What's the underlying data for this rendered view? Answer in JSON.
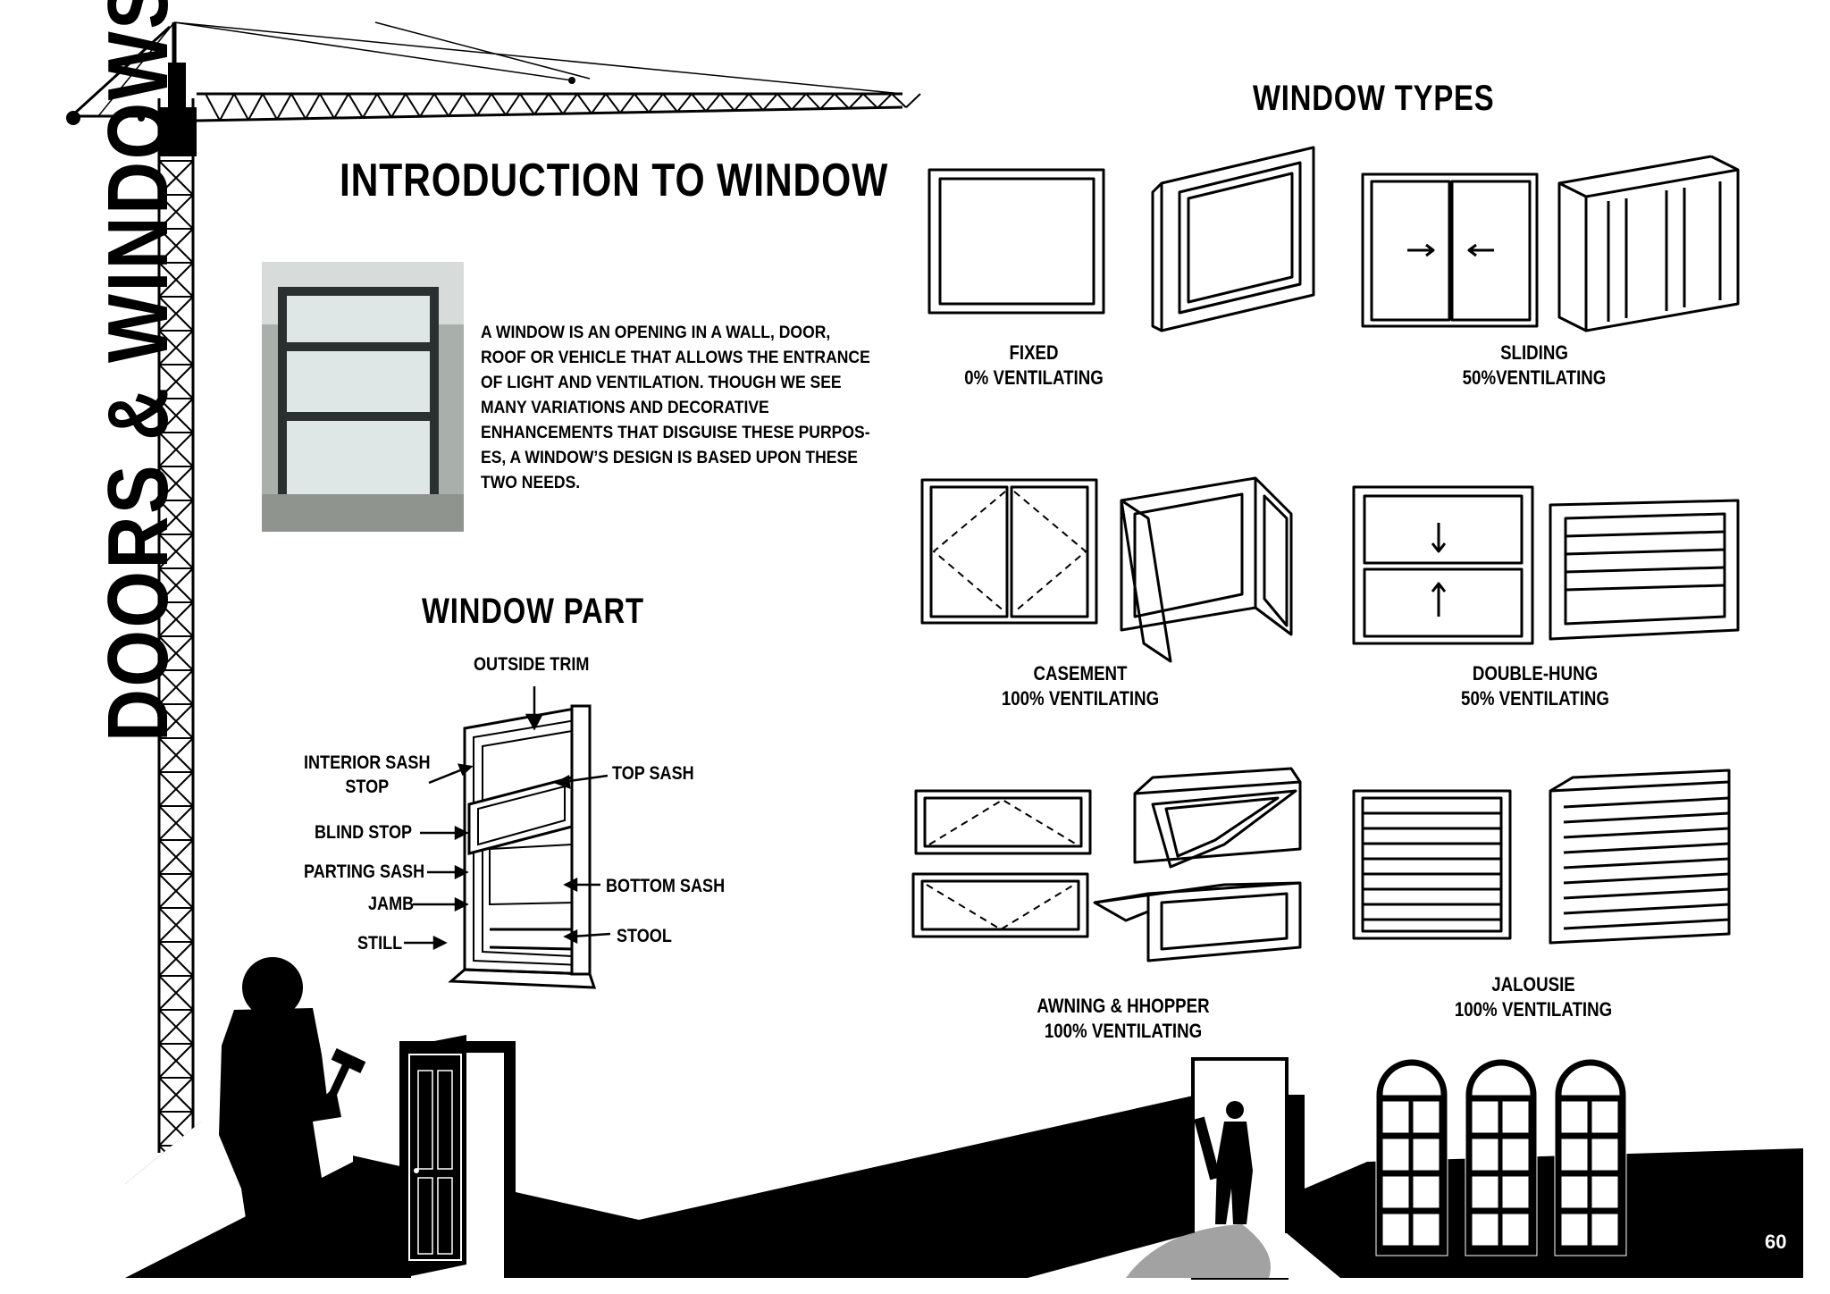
{
  "vertical_title": "DOORS & WINDOWS",
  "intro": {
    "title": "INTRODUCTION TO WINDOW",
    "body": "A WINDOW IS AN OPENING IN A WALL, DOOR,\nROOF OR VEHICLE THAT ALLOWS THE ENTRANCE\nOF LIGHT AND VENTILATION. THOUGH WE SEE\nMANY VARIATIONS AND DECORATIVE\nENHANCEMENTS THAT DISGUISE THESE PURPOS-\nES, A WINDOW’S DESIGN IS BASED UPON THESE\nTWO NEEDS."
  },
  "window_part": {
    "title": "WINDOW PART",
    "labels": {
      "outside_trim": "OUTSIDE TRIM",
      "interior_sash_stop": "INTERIOR SASH\nSTOP",
      "top_sash": "TOP SASH",
      "blind_stop": "BLIND STOP",
      "parting_sash": "PARTING SASH",
      "bottom_sash": "BOTTOM SASH",
      "jamb": "JAMB",
      "still": "STILL",
      "stool": "STOOL"
    }
  },
  "window_types": {
    "title": "WINDOW TYPES",
    "items": [
      {
        "name": "FIXED",
        "ventilation": "0% VENTILATING"
      },
      {
        "name": "SLIDING",
        "ventilation": "50%VENTILATING"
      },
      {
        "name": "CASEMENT",
        "ventilation": "100% VENTILATING"
      },
      {
        "name": "DOUBLE-HUNG",
        "ventilation": "50% VENTILATING"
      },
      {
        "name": "AWNING & HHOPPER",
        "ventilation": "100% VENTILATING"
      },
      {
        "name": "JALOUSIE",
        "ventilation": "100% VENTILATING"
      }
    ]
  },
  "page_number": "60",
  "colors": {
    "ink": "#000000",
    "paper": "#ffffff",
    "photo_glass": "#c9d2d4"
  }
}
